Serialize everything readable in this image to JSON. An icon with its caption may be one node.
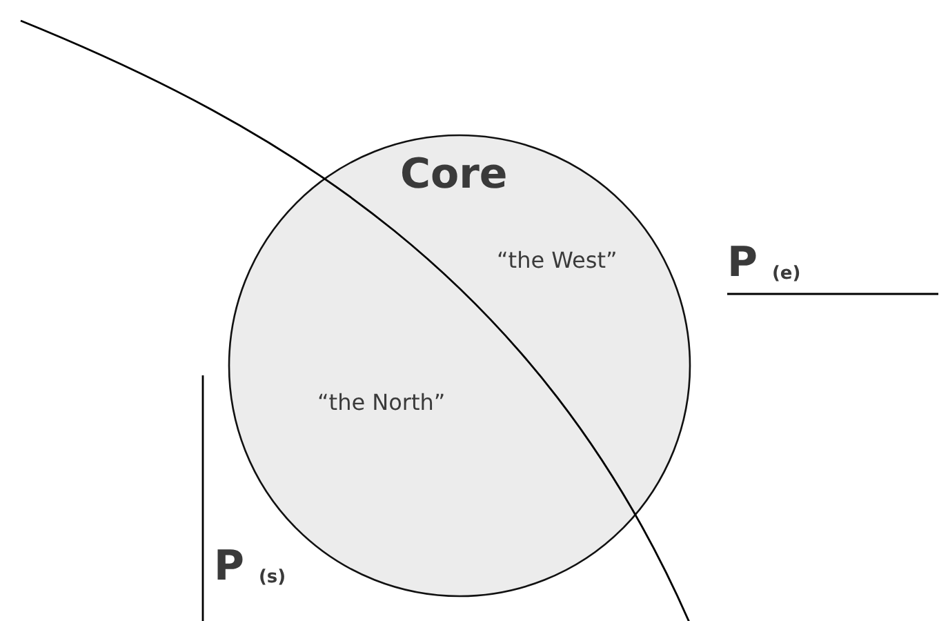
{
  "diagram": {
    "nodes": [
      {
        "text": [
          "Core",
          "“the West”",
          "“the North”"
        ]
      }
    ],
    "edges": [],
    "labels": [
      "P $_{(e)}$",
      "P $_{(s)}$"
    ]
  }
}
